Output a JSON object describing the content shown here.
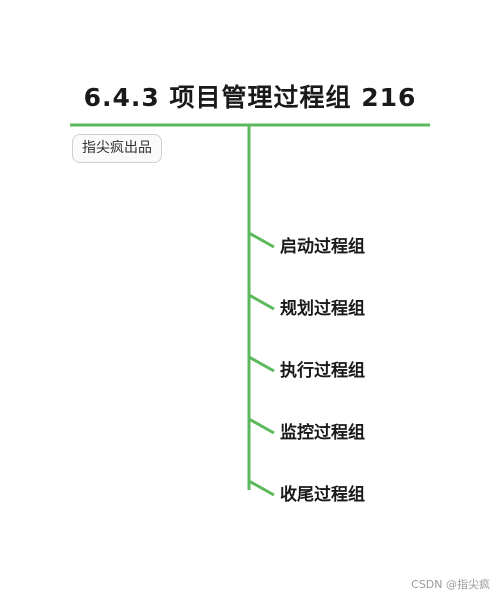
{
  "title": "6.4.3  项目管理过程组 216",
  "badge": "指尖疯出品",
  "branches": [
    "启动过程组",
    "规划过程组",
    "执行过程组",
    "监控过程组",
    "收尾过程组"
  ],
  "watermark": "CSDN @指尖疯",
  "colors": {
    "line": "#5cb85c",
    "text": "#1a1a1a"
  }
}
